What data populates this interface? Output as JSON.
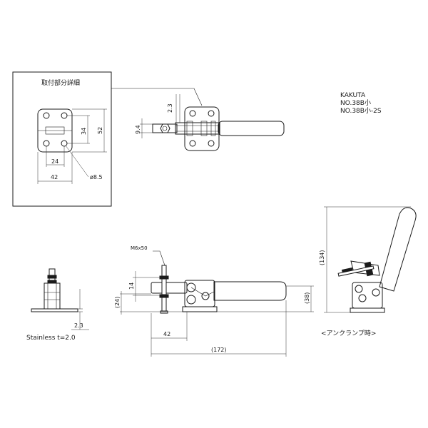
{
  "product": {
    "brand": "KAKUTA",
    "model_1": "NO.38B小",
    "model_2": "NO.38B小-2S"
  },
  "detail_view": {
    "title": "取付部分詳細",
    "dim_width": "42",
    "dim_hole_pitch_x": "24",
    "dim_hole_pitch_y": "34",
    "dim_height": "52",
    "dim_hole_dia": "ø8.5"
  },
  "top_view": {
    "dim_thickness": "2.3",
    "dim_spindle": "9.4"
  },
  "side_view": {
    "bolt_label": "M6x50",
    "dim_bolt_height": "14",
    "dim_spindle_height": "(24)",
    "dim_overall_height": "(38)",
    "dim_bolt_offset": "42",
    "dim_overall_length": "(172)"
  },
  "front_view": {
    "dim_thickness": "2.3",
    "material_note": "Stainless t=2.0"
  },
  "unclamped_view": {
    "dim_height": "(134)",
    "caption": "<アンクランプ時>"
  }
}
